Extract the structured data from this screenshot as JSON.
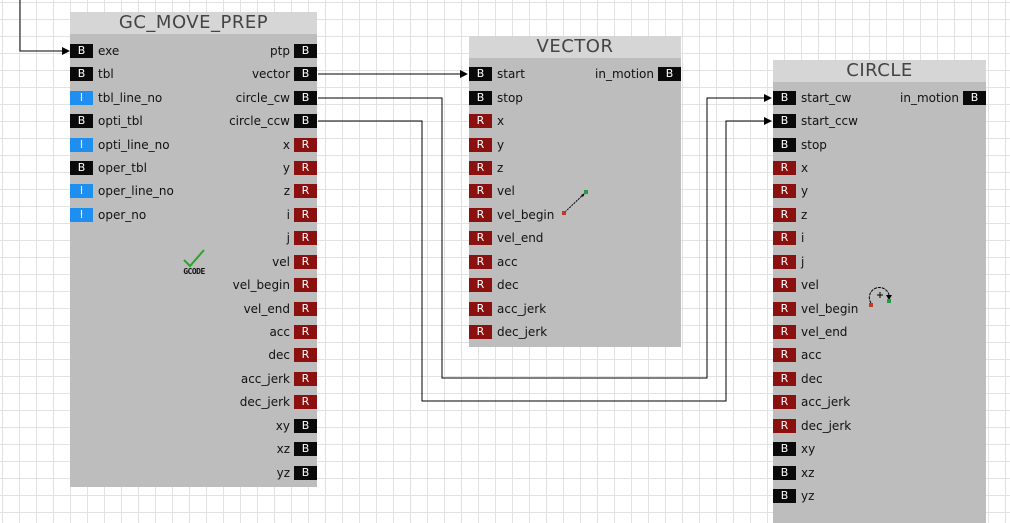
{
  "blocks": {
    "gc": {
      "title": "GC_MOVE_PREP",
      "inputs": [
        {
          "type": "B",
          "label": "exe"
        },
        {
          "type": "B",
          "label": "tbl"
        },
        {
          "type": "I",
          "label": "tbl_line_no"
        },
        {
          "type": "B",
          "label": "opti_tbl"
        },
        {
          "type": "I",
          "label": "opti_line_no"
        },
        {
          "type": "B",
          "label": "oper_tbl"
        },
        {
          "type": "I",
          "label": "oper_line_no"
        },
        {
          "type": "I",
          "label": "oper_no"
        }
      ],
      "outputs": [
        {
          "type": "B",
          "label": "ptp"
        },
        {
          "type": "B",
          "label": "vector"
        },
        {
          "type": "B",
          "label": "circle_cw"
        },
        {
          "type": "B",
          "label": "circle_ccw"
        },
        {
          "type": "R",
          "label": "x"
        },
        {
          "type": "R",
          "label": "y"
        },
        {
          "type": "R",
          "label": "z"
        },
        {
          "type": "R",
          "label": "i"
        },
        {
          "type": "R",
          "label": "j"
        },
        {
          "type": "R",
          "label": "vel"
        },
        {
          "type": "R",
          "label": "vel_begin"
        },
        {
          "type": "R",
          "label": "vel_end"
        },
        {
          "type": "R",
          "label": "acc"
        },
        {
          "type": "R",
          "label": "dec"
        },
        {
          "type": "R",
          "label": "acc_jerk"
        },
        {
          "type": "R",
          "label": "dec_jerk"
        },
        {
          "type": "B",
          "label": "xy"
        },
        {
          "type": "B",
          "label": "xz"
        },
        {
          "type": "B",
          "label": "yz"
        }
      ],
      "icon_text": "GCODE"
    },
    "vector": {
      "title": "VECTOR",
      "inputs": [
        {
          "type": "B",
          "label": "start"
        },
        {
          "type": "B",
          "label": "stop"
        },
        {
          "type": "R",
          "label": "x"
        },
        {
          "type": "R",
          "label": "y"
        },
        {
          "type": "R",
          "label": "z"
        },
        {
          "type": "R",
          "label": "vel"
        },
        {
          "type": "R",
          "label": "vel_begin"
        },
        {
          "type": "R",
          "label": "vel_end"
        },
        {
          "type": "R",
          "label": "acc"
        },
        {
          "type": "R",
          "label": "dec"
        },
        {
          "type": "R",
          "label": "acc_jerk"
        },
        {
          "type": "R",
          "label": "dec_jerk"
        }
      ],
      "outputs": [
        {
          "type": "B",
          "label": "in_motion"
        }
      ]
    },
    "circle": {
      "title": "CIRCLE",
      "inputs": [
        {
          "type": "B",
          "label": "start_cw"
        },
        {
          "type": "B",
          "label": "start_ccw"
        },
        {
          "type": "B",
          "label": "stop"
        },
        {
          "type": "R",
          "label": "x"
        },
        {
          "type": "R",
          "label": "y"
        },
        {
          "type": "R",
          "label": "z"
        },
        {
          "type": "R",
          "label": "i"
        },
        {
          "type": "R",
          "label": "j"
        },
        {
          "type": "R",
          "label": "vel"
        },
        {
          "type": "R",
          "label": "vel_begin"
        },
        {
          "type": "R",
          "label": "vel_end"
        },
        {
          "type": "R",
          "label": "acc"
        },
        {
          "type": "R",
          "label": "dec"
        },
        {
          "type": "R",
          "label": "acc_jerk"
        },
        {
          "type": "R",
          "label": "dec_jerk"
        },
        {
          "type": "B",
          "label": "xy"
        },
        {
          "type": "B",
          "label": "xz"
        },
        {
          "type": "B",
          "label": "yz"
        }
      ],
      "outputs": [
        {
          "type": "B",
          "label": "in_motion"
        }
      ]
    }
  },
  "colors": {
    "B": "#0a0a0a",
    "R": "#8b1111",
    "I": "#1e8ef0",
    "block_body": "#bdbdbd",
    "block_title": "#d6d6d6",
    "check": "#2aa52a"
  }
}
